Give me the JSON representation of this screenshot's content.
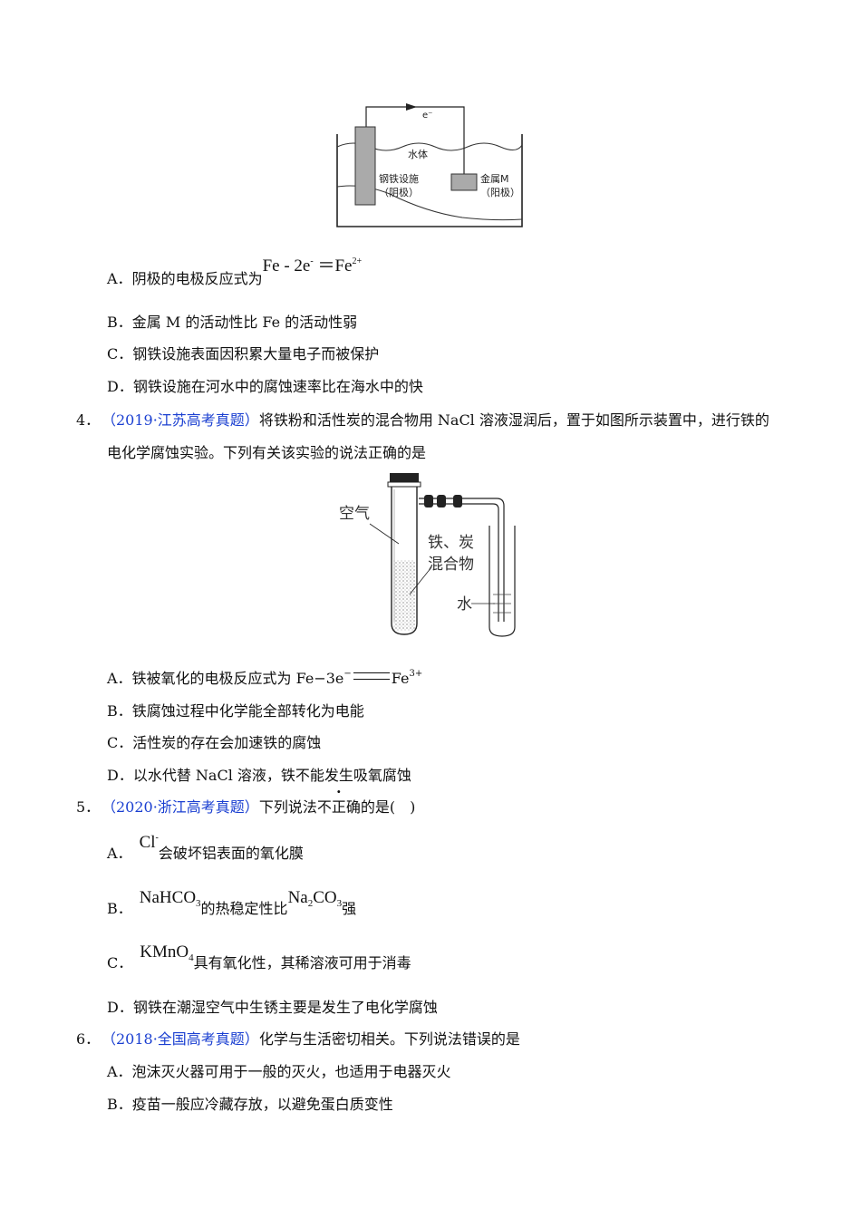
{
  "figure1": {
    "electron_label": "e⁻",
    "water_label": "水体",
    "cathode_label_1": "钢铁设施",
    "cathode_label_2": "（阴极）",
    "anode_label_1": "金属M",
    "anode_label_2": "（阳极）"
  },
  "q3": {
    "optA_letter": "A．",
    "optA_text": "阴极的电极反应式为",
    "optA_formula_fe": "Fe",
    "optA_formula_minus": " - 2e",
    "optA_formula_eq": " ＝Fe",
    "optA_formula_sup1": "-",
    "optA_formula_sup2": "2+",
    "optB": "B．金属 M 的活动性比 Fe 的活动性弱",
    "optC": "C．钢铁设施表面因积累大量电子而被保护",
    "optD": "D．钢铁设施在河水中的腐蚀速率比在海水中的快"
  },
  "q4": {
    "num": "4．",
    "source": "（2019·江苏高考真题）",
    "stem_line1": "将铁粉和活性炭的混合物用 NaCl 溶液湿润后，置于如图所示装置中，进行铁的",
    "stem_line2": "电化学腐蚀实验。下列有关该实验的说法正确的是",
    "fig_air": "空气",
    "fig_mix_1": "铁、炭",
    "fig_mix_2": "混合物",
    "fig_water": "水",
    "optA_prefix": "A．铁被氧化的电极反应式为 Fe−3e",
    "optA_sup_minus": "−",
    "optA_fe": "Fe",
    "optA_sup_charge": "3+",
    "optB": "B．铁腐蚀过程中化学能全部转化为电能",
    "optC": "C．活性炭的存在会加速铁的腐蚀",
    "optD": "D．以水代替 NaCl 溶液，铁不能发生吸氧腐蚀"
  },
  "q5": {
    "num": "5．",
    "source": "（2020·浙江高考真题）",
    "stem_pre": "下列说法",
    "stem_emph": "不正确",
    "stem_post": "的是(　)",
    "optA_letter": "A．",
    "optA_formula": "Cl",
    "optA_sup": "-",
    "optA_text": "会破坏铝表面的氧化膜",
    "optB_letter": "B．",
    "optB_f1": "NaHCO",
    "optB_f1_sub": "3",
    "optB_mid": "的热稳定性比",
    "optB_f2a": "Na",
    "optB_f2a_sub": "2",
    "optB_f2b": "CO",
    "optB_f2b_sub": "3",
    "optB_end": "强",
    "optC_letter": "C．",
    "optC_formula": "KMnO",
    "optC_sub": "4",
    "optC_text": "具有氧化性，其稀溶液可用于消毒",
    "optD": "D．钢铁在潮湿空气中生锈主要是发生了电化学腐蚀"
  },
  "q6": {
    "num": "6．",
    "source": "（2018·全国高考真题）",
    "stem": "化学与生活密切相关。下列说法错误的是",
    "optA": "A．泡沫灭火器可用于一般的灭火，也适用于电器灭火",
    "optB": "B．疫苗一般应冷藏存放，以避免蛋白质变性"
  }
}
